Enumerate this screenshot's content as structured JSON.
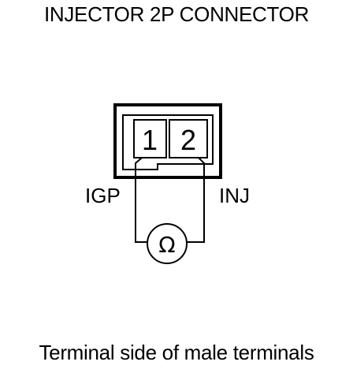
{
  "title": "INJECTOR 2P CONNECTOR",
  "connector": {
    "pins": [
      "1",
      "2"
    ]
  },
  "wire_labels": {
    "left": "IGP",
    "right": "INJ"
  },
  "meter": {
    "symbol": "Ω",
    "icon": "ohmmeter-icon"
  },
  "caption": "Terminal side of male terminals"
}
